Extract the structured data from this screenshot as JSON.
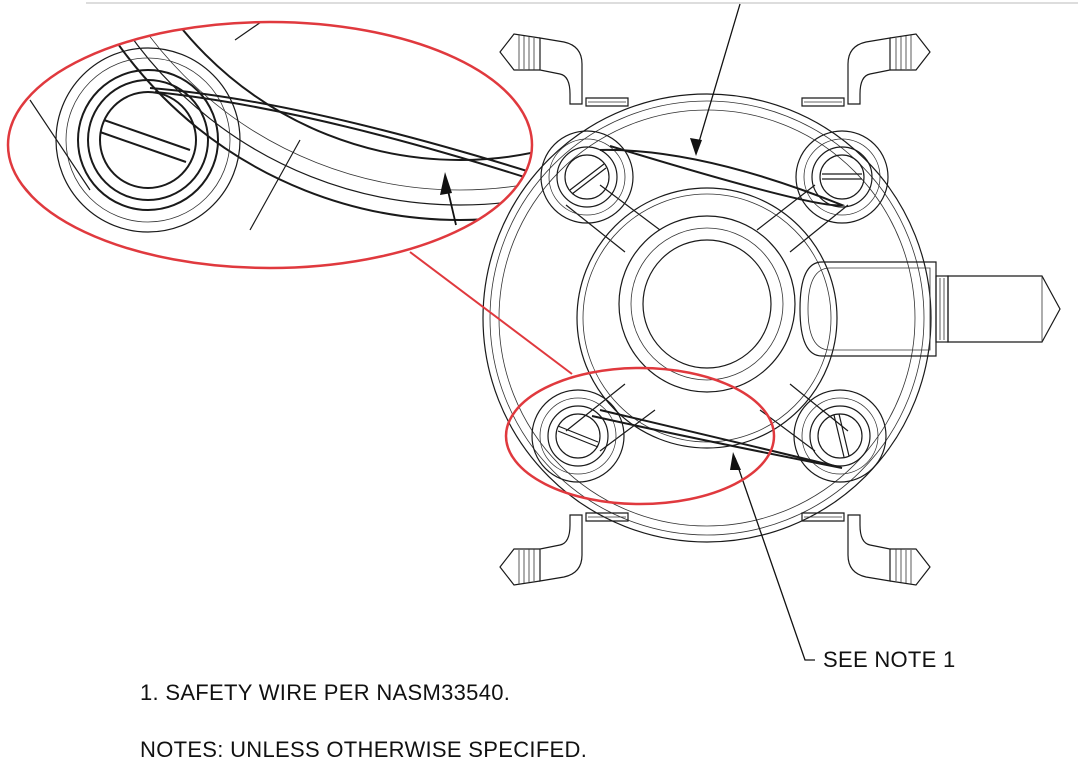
{
  "drawing": {
    "callout_label": "SEE NOTE 1",
    "highlight_color": "#e0393e"
  },
  "notes": {
    "note_1": "1. SAFETY WIRE PER NASM33540.",
    "notes_header": "NOTES: UNLESS OTHERWISE SPECIFED."
  }
}
